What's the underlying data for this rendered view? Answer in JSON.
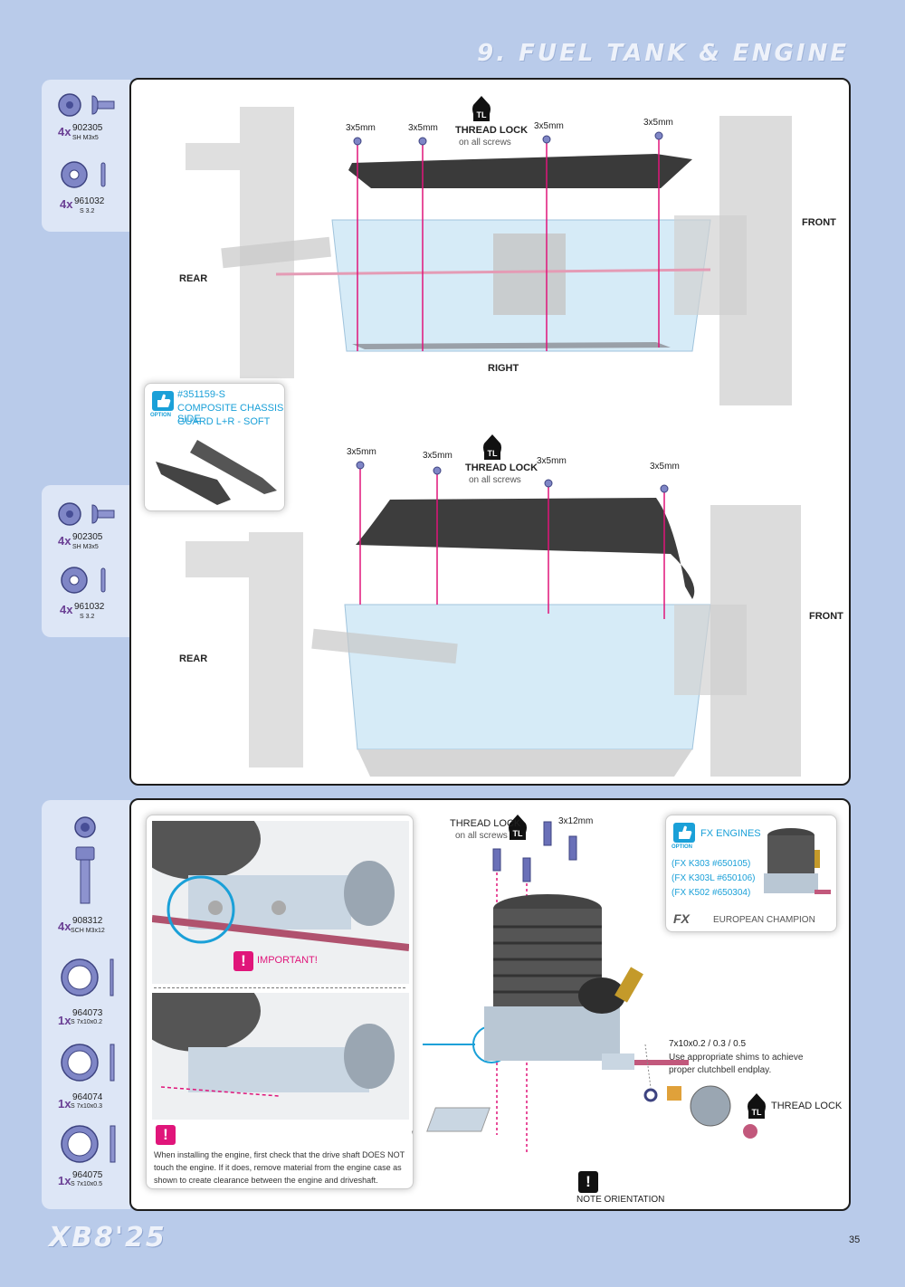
{
  "page": {
    "title": "9. FUEL TANK & ENGINE",
    "footer_model": "XB8'25",
    "page_number": "35"
  },
  "step1": {
    "parts": [
      {
        "qty": "4x",
        "number": "902305",
        "desc": "SH M3x5"
      },
      {
        "qty": "4x",
        "number": "961032",
        "desc": "S 3.2"
      }
    ],
    "screw_labels": [
      "3x5mm",
      "3x5mm",
      "3x5mm",
      "3x5mm"
    ],
    "thread_lock": "THREAD LOCK",
    "thread_lock_sub": "on all screws",
    "tl_icon_text": "TL",
    "rear": "REAR",
    "front": "FRONT",
    "right": "RIGHT",
    "option": {
      "badge": "OPTION",
      "part_no": "#351159-S",
      "line1": "COMPOSITE CHASSIS SIDE",
      "line2": "GUARD L+R - SOFT"
    }
  },
  "step2": {
    "parts": [
      {
        "qty": "4x",
        "number": "902305",
        "desc": "SH M3x5"
      },
      {
        "qty": "4x",
        "number": "961032",
        "desc": "S 3.2"
      }
    ],
    "screw_labels": [
      "3x5mm",
      "3x5mm",
      "3x5mm",
      "3x5mm"
    ],
    "thread_lock": "THREAD LOCK",
    "thread_lock_sub": "on all screws",
    "tl_icon_text": "TL",
    "rear": "REAR",
    "front": "FRONT"
  },
  "step3": {
    "parts": [
      {
        "qty": "4x",
        "number": "908312",
        "desc": "SCH M3x12"
      },
      {
        "qty": "1x",
        "number": "964073",
        "desc": "S 7x10x0.2"
      },
      {
        "qty": "1x",
        "number": "964074",
        "desc": "S 7x10x0.3"
      },
      {
        "qty": "1x",
        "number": "964075",
        "desc": "S 7x10x0.5"
      }
    ],
    "thread_lock": "THREAD LOCK",
    "thread_lock_sub": "on all screws",
    "tl_icon_text": "TL",
    "screw_label": "3x12mm",
    "important_mark": "!",
    "important": "IMPORTANT!",
    "warning_text": "When installing the engine, first check that the drive shaft DOES NOT touch the engine. If it does, remove material from the engine case as shown to create clearance between the engine and driveshaft.",
    "shim_label": "7x10x0.2 / 0.3 / 0.5",
    "shim_note": "Use appropriate shims to achieve proper clutchbell endplay.",
    "thread_lock_2": "THREAD LOCK",
    "note_orientation": "NOTE ORIENTATION",
    "fx": {
      "badge": "OPTION",
      "title": "FX ENGINES",
      "engines": [
        "(FX K303 #650105)",
        "(FX K303L #650106)",
        "(FX K502 #650304)"
      ],
      "logo": "FX",
      "tagline": "EUROPEAN CHAMPION"
    }
  }
}
